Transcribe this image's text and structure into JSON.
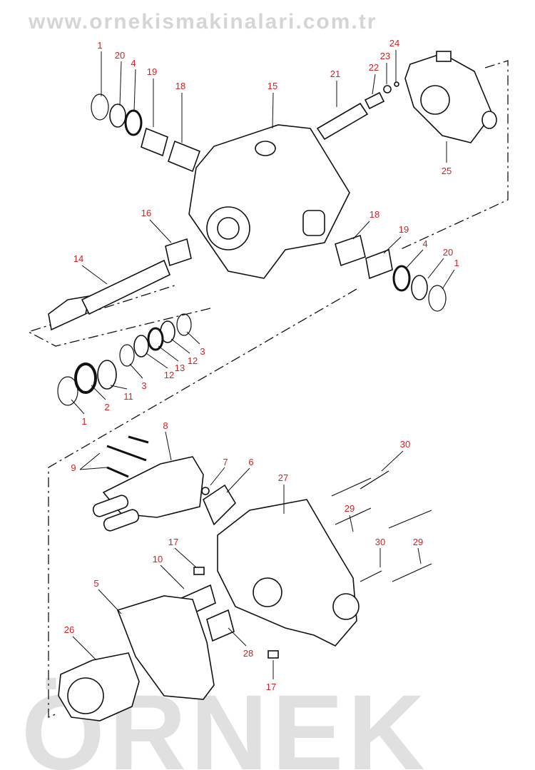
{
  "diagram": {
    "type": "exploded-parts-diagram",
    "labels": [
      "1",
      "20",
      "4",
      "19",
      "18",
      "15",
      "21",
      "22",
      "23",
      "24",
      "25",
      "16",
      "18",
      "19",
      "4",
      "20",
      "1",
      "14",
      "3",
      "12",
      "13",
      "12",
      "3",
      "11",
      "2",
      "1",
      "8",
      "9",
      "7",
      "6",
      "30",
      "27",
      "29",
      "30",
      "29",
      "17",
      "10",
      "5",
      "26",
      "28",
      "17"
    ]
  },
  "watermark": {
    "brand": "ÖRNEK",
    "url": "www.ornekismakinalari.com.tr"
  },
  "colors": {
    "label": "#d42020",
    "line": "#111111",
    "watermark": "#c8c8c8"
  }
}
